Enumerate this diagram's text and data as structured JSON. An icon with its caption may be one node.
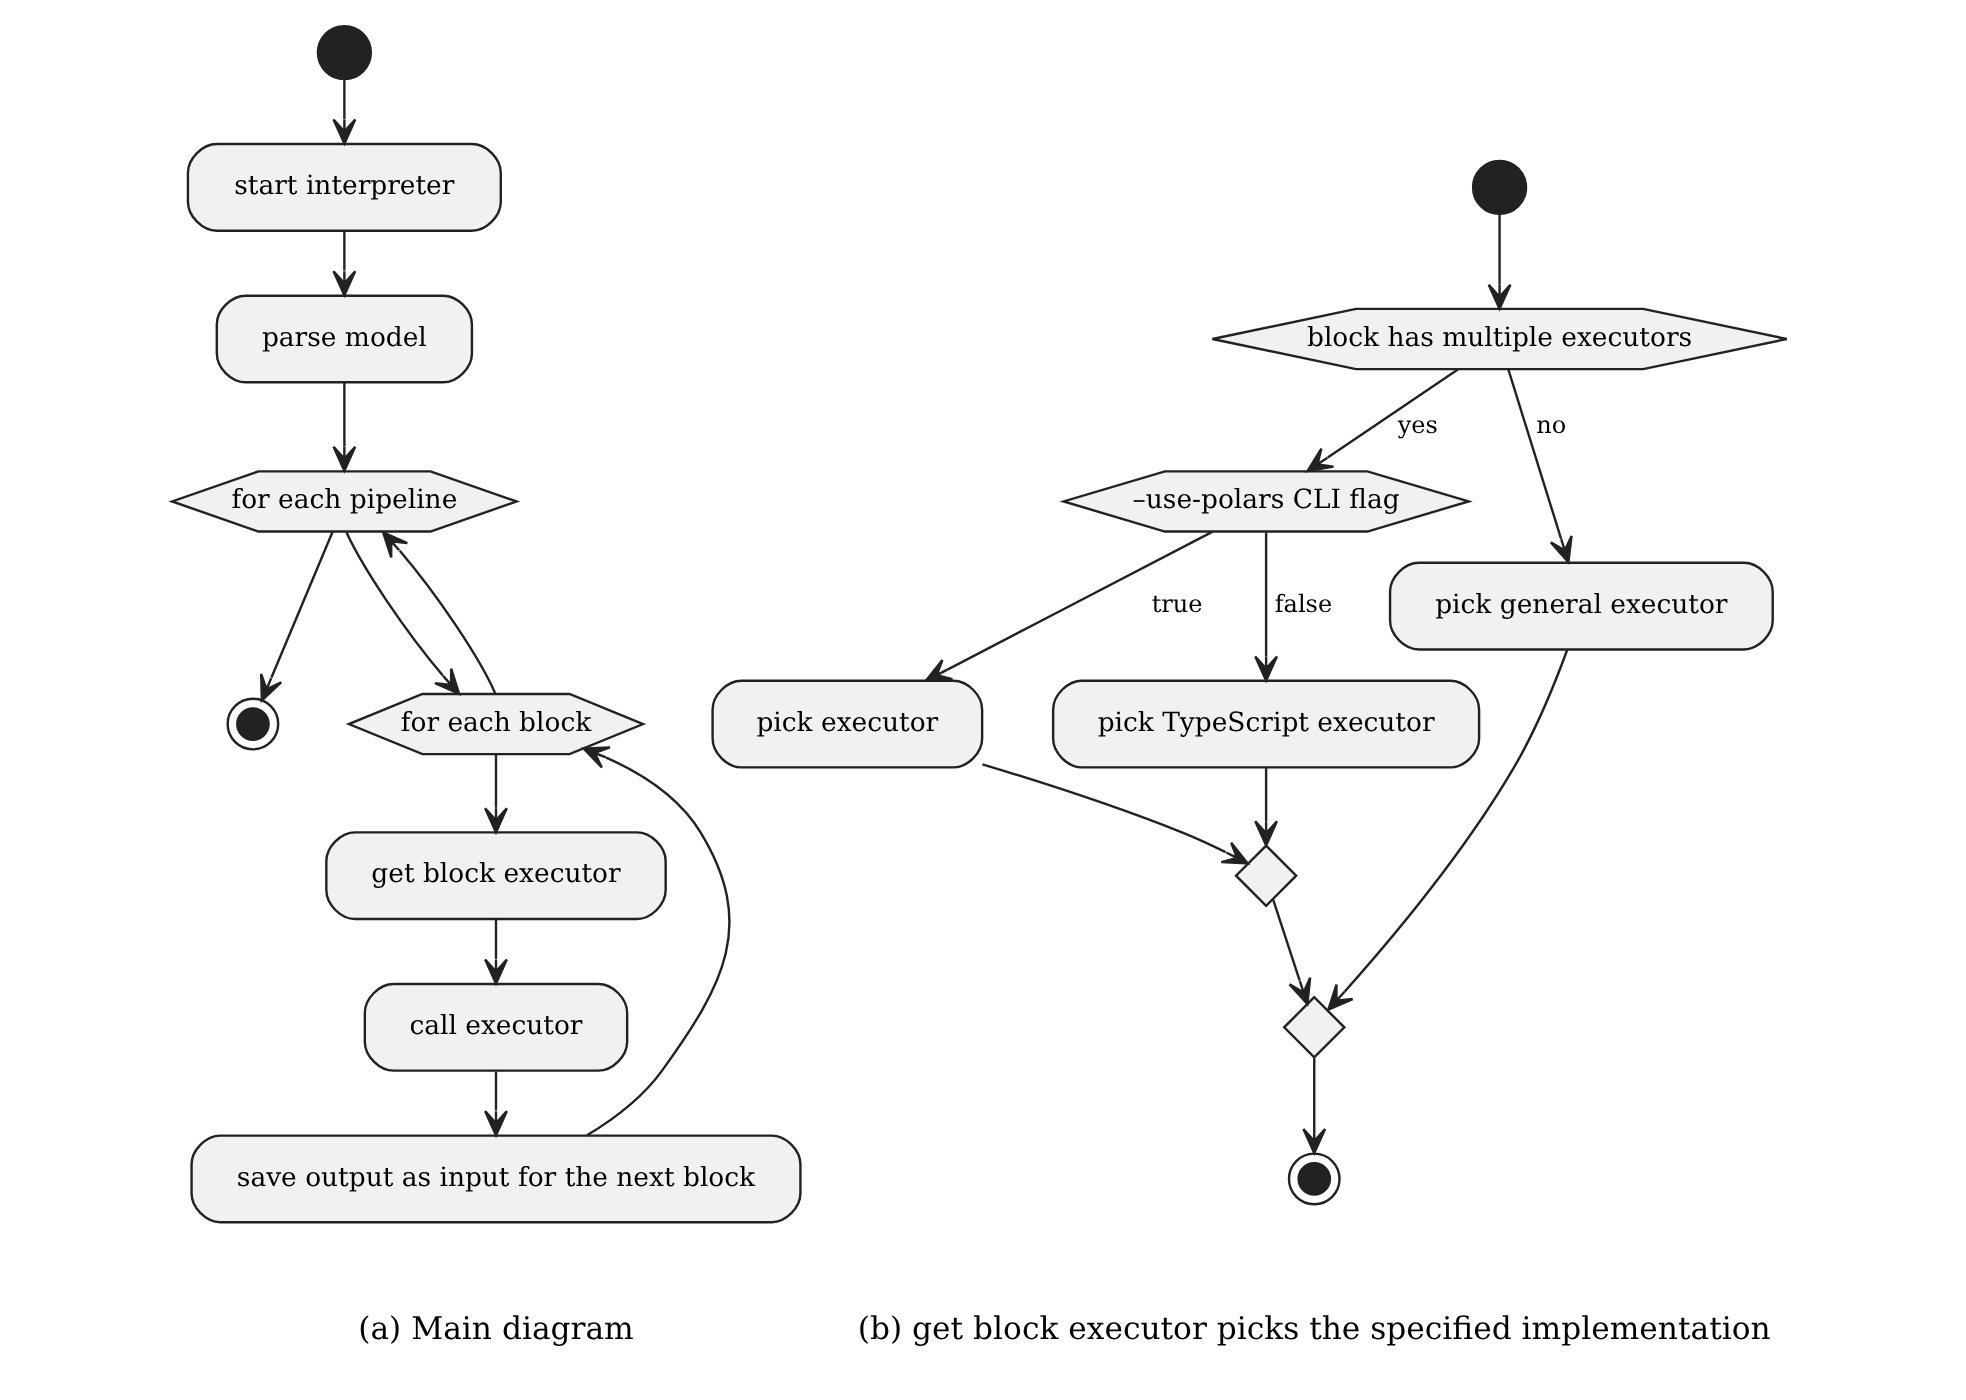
{
  "diagram": {
    "nodes": [
      {
        "text": [],
        "shape": "circle"
      },
      {
        "text": [
          "start interpreter"
        ]
      },
      {
        "text": [
          "parse model"
        ]
      },
      {
        "text": [
          "for each pipeline"
        ]
      },
      {
        "text": [],
        "shape": "circle"
      },
      {
        "text": [
          "for each block"
        ]
      },
      {
        "text": [
          "get block executor"
        ]
      },
      {
        "text": [
          "call executor"
        ]
      },
      {
        "text": [
          "save output as input for the next block"
        ]
      },
      {
        "text": [],
        "shape": "circle"
      },
      {
        "text": [
          "block has multiple executors"
        ]
      },
      {
        "text": [
          "–use-polars CLI flag"
        ]
      },
      {
        "text": [
          "pick executor"
        ]
      },
      {
        "text": [
          "pick TypeScript executor"
        ]
      },
      {
        "text": [
          "pick general executor"
        ]
      },
      {
        "text": [],
        "shape": "diamond"
      },
      {
        "text": [],
        "shape": "diamond"
      },
      {
        "text": [],
        "shape": "circle"
      }
    ],
    "edges": [
      {
        "from": 0,
        "to": 1,
        "arrow": "to"
      },
      {
        "from": 1,
        "to": 2,
        "arrow": "to"
      },
      {
        "from": 2,
        "to": 3,
        "arrow": "to"
      },
      {
        "from": 3,
        "to": 4,
        "arrow": "to"
      },
      {
        "from": 3,
        "to": 5,
        "arrow": "to"
      },
      {
        "from": 5,
        "to": 6,
        "arrow": "to"
      },
      {
        "from": 6,
        "to": 7,
        "arrow": "to"
      },
      {
        "from": 7,
        "to": 8,
        "arrow": "to"
      },
      {
        "from": 8,
        "to": 5,
        "arrow": "to"
      },
      {
        "from": 5,
        "to": 3,
        "arrow": "to"
      },
      {
        "from": 9,
        "to": 10,
        "arrow": "to"
      },
      {
        "from": 10,
        "to": 11,
        "label": "yes",
        "arrow": "to"
      },
      {
        "from": 10,
        "to": 14,
        "label": "no",
        "arrow": "to"
      },
      {
        "from": 11,
        "to": 12,
        "label": "true",
        "arrow": "to"
      },
      {
        "from": 11,
        "to": 13,
        "label": "false",
        "arrow": "to"
      },
      {
        "from": 12,
        "to": 15,
        "arrow": "to"
      },
      {
        "from": 13,
        "to": 15,
        "arrow": "to"
      },
      {
        "from": 15,
        "to": 16,
        "arrow": "to"
      },
      {
        "from": 14,
        "to": 16,
        "arrow": "to"
      },
      {
        "from": 16,
        "to": 17,
        "arrow": "to"
      }
    ],
    "labels": [
      "(a) Main diagram",
      "(b) get block executor picks the specified implementation"
    ]
  }
}
